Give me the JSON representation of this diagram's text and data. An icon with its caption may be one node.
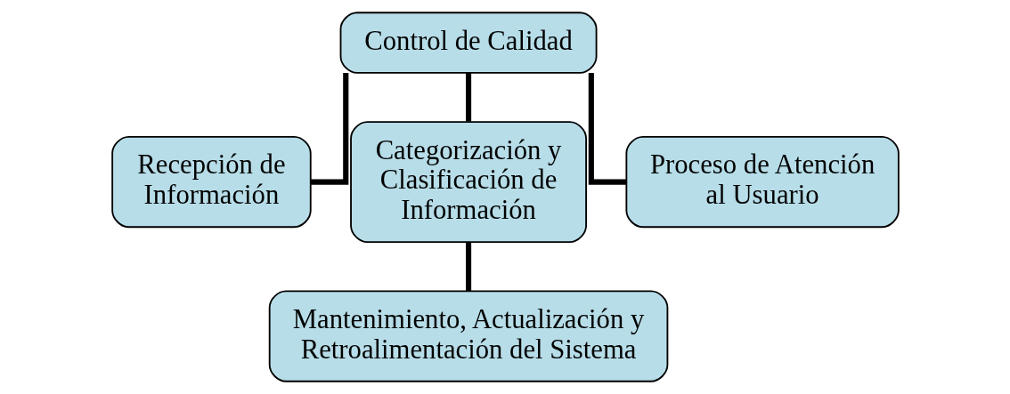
{
  "diagram": {
    "nodes": [
      {
        "text": [
          "Control de Calidad"
        ]
      },
      {
        "text": [
          "Recepción de Información"
        ]
      },
      {
        "text": [
          "Categorización y Clasificación de Información"
        ]
      },
      {
        "text": [
          "Proceso de Atención al Usuario"
        ]
      },
      {
        "text": [
          "Mantenimiento, Actualización y Retroalimentación del Sistema"
        ]
      }
    ],
    "edges": [
      {
        "from": 0,
        "to": 1,
        "arrow": "none"
      },
      {
        "from": 0,
        "to": 2,
        "arrow": "none"
      },
      {
        "from": 0,
        "to": 3,
        "arrow": "none"
      },
      {
        "from": 2,
        "to": 4,
        "arrow": "none"
      }
    ]
  }
}
